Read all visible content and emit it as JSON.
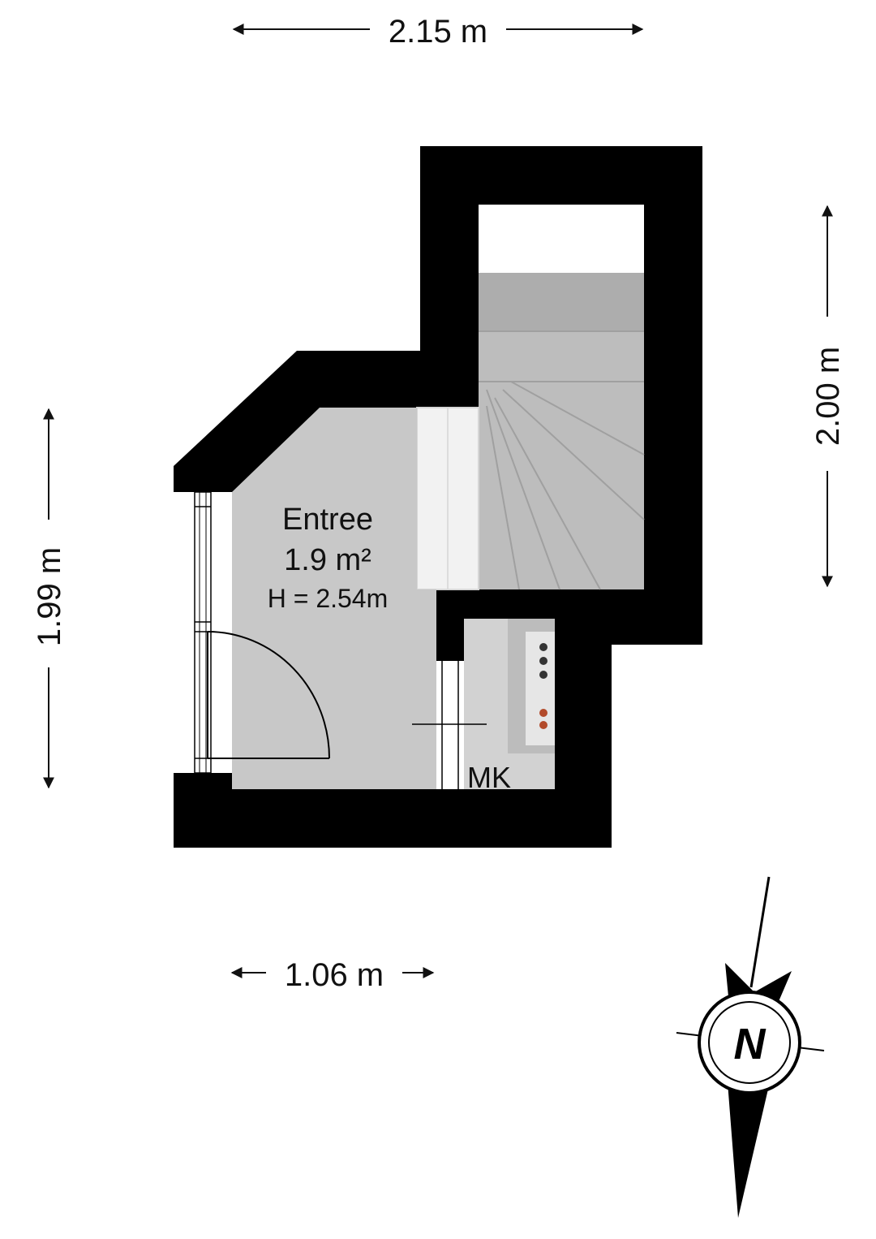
{
  "dimensions": {
    "top_width": "2.15 m",
    "right_height": "2.00 m",
    "left_height": "1.99 m",
    "bottom_width": "1.06 m"
  },
  "room": {
    "name": "Entree",
    "area": "1.9 m²",
    "height": "H = 2.54m"
  },
  "closet_label": "MK",
  "compass_letter": "N",
  "colors": {
    "wall": "#000000",
    "floor": "#c8c8c8",
    "stair": "#b9b9b9",
    "stair_top": "#a9a9a9",
    "landing_light": "#ececec"
  }
}
